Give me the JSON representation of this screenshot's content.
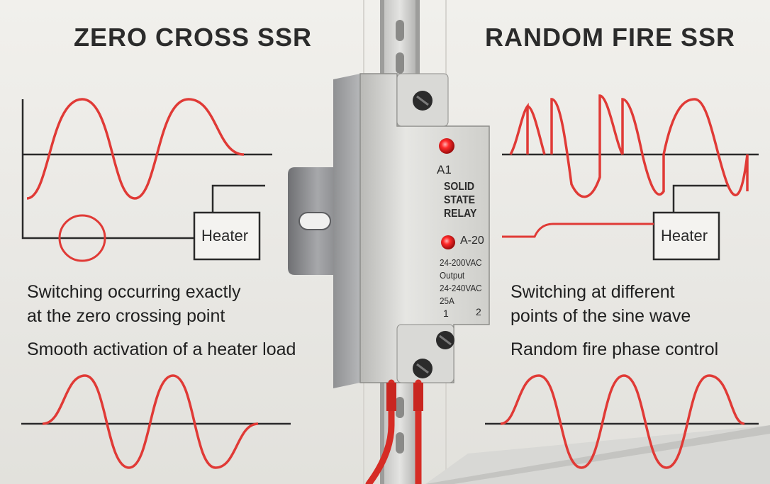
{
  "left": {
    "title": "ZERO CROSS SSR",
    "heater": "Heater",
    "caption_line1": "Switching occurring exactly",
    "caption_line2": "at the zero crossing point",
    "caption_line3": "Smooth activation of a heater load"
  },
  "right": {
    "title": "RANDOM FIRE SSR",
    "heater": "Heater",
    "caption_line1": "Switching at different",
    "caption_line2": "points of the sine wave",
    "caption_line3": "Random fire phase control"
  },
  "relay": {
    "terminal_a1": "A1",
    "label_line1": "SOLID",
    "label_line2": "STATE",
    "label_line3": "RELAY",
    "model": "A-20",
    "input": "24-200VAC",
    "output_label": "Output",
    "output_range": "24-240VAC",
    "current": "25A",
    "terminal_1": "1",
    "terminal_2": "2"
  },
  "colors": {
    "wave": "#e03a36",
    "line": "#2a2a2a",
    "led": "#e11b1b",
    "relay_body": "#dcdcd9",
    "wire": "#d62c25"
  }
}
